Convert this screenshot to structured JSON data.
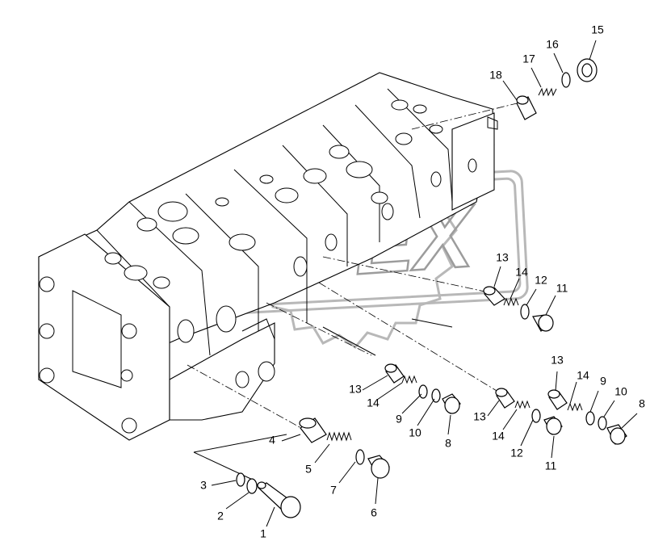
{
  "watermark": {
    "text": "OPEX"
  },
  "callouts": [
    {
      "id": "c15a",
      "label": "15"
    },
    {
      "id": "c16a",
      "label": "16"
    },
    {
      "id": "c17a",
      "label": "17"
    },
    {
      "id": "c18a",
      "label": "18"
    },
    {
      "id": "c13a",
      "label": "13"
    },
    {
      "id": "c14a",
      "label": "14"
    },
    {
      "id": "c12a",
      "label": "12"
    },
    {
      "id": "c11a",
      "label": "11"
    },
    {
      "id": "c13b",
      "label": "13"
    },
    {
      "id": "c14b",
      "label": "14"
    },
    {
      "id": "c9a",
      "label": "9"
    },
    {
      "id": "c10a",
      "label": "10"
    },
    {
      "id": "c8a",
      "label": "8"
    },
    {
      "id": "c13c",
      "label": "13"
    },
    {
      "id": "c14c",
      "label": "14"
    },
    {
      "id": "c12b",
      "label": "12"
    },
    {
      "id": "c11b",
      "label": "11"
    },
    {
      "id": "c13d",
      "label": "13"
    },
    {
      "id": "c14d",
      "label": "14"
    },
    {
      "id": "c9b",
      "label": "9"
    },
    {
      "id": "c10b",
      "label": "10"
    },
    {
      "id": "c8b",
      "label": "8"
    },
    {
      "id": "c4",
      "label": "4"
    },
    {
      "id": "c5",
      "label": "5"
    },
    {
      "id": "c7",
      "label": "7"
    },
    {
      "id": "c6",
      "label": "6"
    },
    {
      "id": "c3",
      "label": "3"
    },
    {
      "id": "c2",
      "label": "2"
    },
    {
      "id": "c1",
      "label": "1"
    }
  ]
}
